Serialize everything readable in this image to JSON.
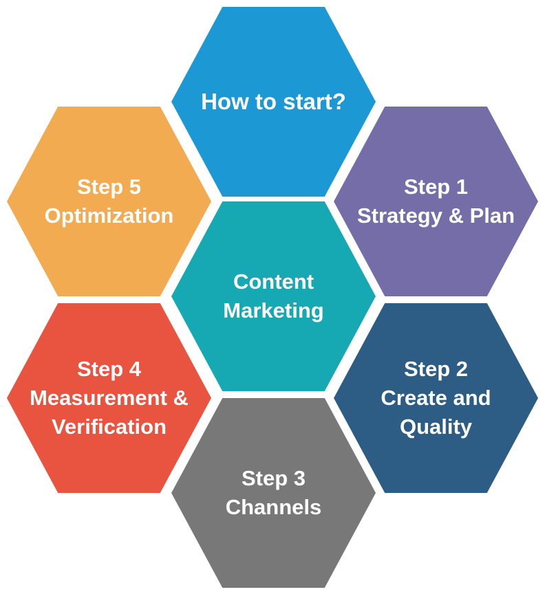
{
  "diagram": {
    "title": "Content Marketing process hexagon diagram",
    "text_color": "#ffffff",
    "background_color": "#ffffff",
    "hexagons": {
      "how_to_start": {
        "lines": [
          "How to start?"
        ],
        "color": "#1c99d4"
      },
      "step1": {
        "lines": [
          "Step 1",
          "Strategy & Plan"
        ],
        "color": "#746da7"
      },
      "step2": {
        "lines": [
          "Step 2",
          "Create and",
          "Quality"
        ],
        "color": "#2d5d84"
      },
      "step3": {
        "lines": [
          "Step 3",
          "Channels"
        ],
        "color": "#787878"
      },
      "step4": {
        "lines": [
          "Step 4",
          "Measurement &",
          "Verification"
        ],
        "color": "#e8543f"
      },
      "step5": {
        "lines": [
          "Step 5",
          "Optimization"
        ],
        "color": "#f2ab51"
      },
      "center": {
        "lines": [
          "Content",
          "Marketing"
        ],
        "color": "#17a9b3"
      }
    }
  }
}
